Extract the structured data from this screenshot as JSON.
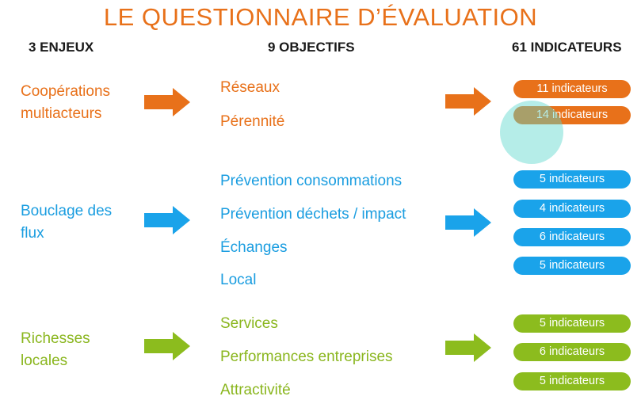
{
  "title": "LE QUESTIONNAIRE D’ÉVALUATION",
  "columns": {
    "enjeux": "3 ENJEUX",
    "objectifs": "9 OBJECTIFS",
    "indicateurs": "61 INDICATEURS"
  },
  "colors": {
    "orange": "#e8711a",
    "blue": "#1aa3ea",
    "green": "#8cbc1e"
  },
  "groups": [
    {
      "enjeu": "Coopérations\nmultiacteurs",
      "objectifs": [
        "Réseaux",
        "Pérennité"
      ],
      "indicateurs": [
        "11 indicateurs",
        "14 indicateurs"
      ]
    },
    {
      "enjeu": "Bouclage des\nflux",
      "objectifs": [
        "Prévention consommations",
        "Prévention déchets / impact",
        "Échanges",
        "Local"
      ],
      "indicateurs": [
        "5 indicateurs",
        "4 indicateurs",
        "6 indicateurs",
        "5 indicateurs"
      ]
    },
    {
      "enjeu": "Richesses\nlocales",
      "objectifs": [
        "Services",
        "Performances entreprises",
        "Attractivité"
      ],
      "indicateurs": [
        "5 indicateurs",
        "6 indicateurs",
        "5 indicateurs"
      ]
    }
  ]
}
